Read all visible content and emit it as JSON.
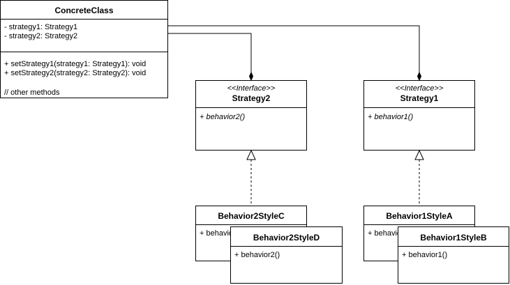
{
  "concrete_class": {
    "name": "ConcreteClass",
    "attributes": [
      "- strategy1: Strategy1",
      "- strategy2: Strategy2"
    ],
    "methods": [
      "+ setStrategy1(strategy1: Strategy1): void",
      "+ setStrategy2(strategy2: Strategy2): void"
    ],
    "comment": "// other methods"
  },
  "strategy2": {
    "stereotype": "<<Interface>>",
    "name": "Strategy2",
    "method": "+ behavior2()"
  },
  "strategy1": {
    "stereotype": "<<Interface>>",
    "name": "Strategy1",
    "method": "+ behavior1()"
  },
  "behavior2_style_c": {
    "name": "Behavior2StyleC",
    "method": "+ behavior2()"
  },
  "behavior2_style_d": {
    "name": "Behavior2StyleD",
    "method": "+ behavior2()"
  },
  "behavior1_style_a": {
    "name": "Behavior1StyleA",
    "method": "+ behavior1()"
  },
  "behavior1_style_b": {
    "name": "Behavior1StyleB",
    "method": "+ behavior1()"
  }
}
